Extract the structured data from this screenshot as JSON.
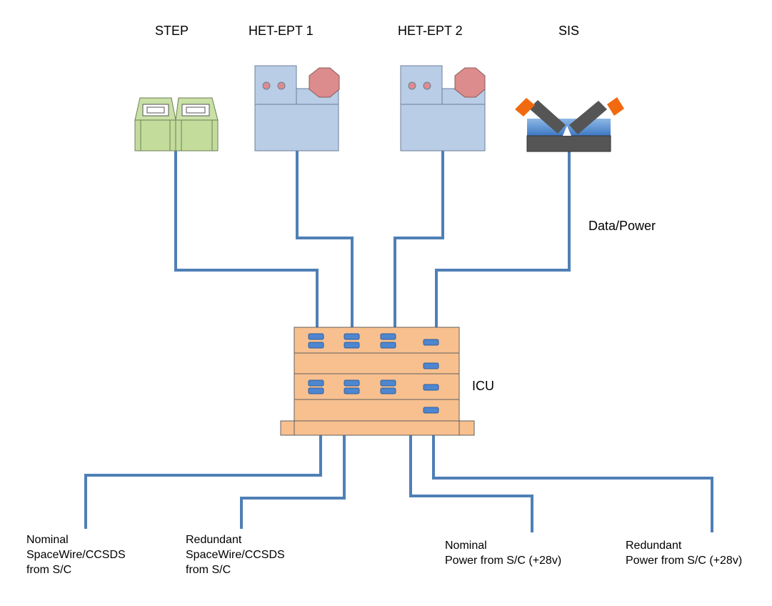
{
  "instruments": {
    "step": "STEP",
    "het_ept_1": "HET-EPT 1",
    "het_ept_2": "HET-EPT 2",
    "sis": "SIS"
  },
  "links": {
    "data_power": "Data/Power"
  },
  "icu": {
    "label": "ICU"
  },
  "spacecraft_interfaces": [
    {
      "line1": "Nominal",
      "line2": "SpaceWire/CCSDS",
      "line3": "from S/C"
    },
    {
      "line1": "Redundant",
      "line2": "SpaceWire/CCSDS",
      "line3": "from S/C"
    },
    {
      "line1": "Nominal",
      "line2": "Power from S/C (+28v)"
    },
    {
      "line1": "Redundant",
      "line2": "Power from S/C (+28v)"
    }
  ],
  "colors": {
    "cable": "#4f7fb6",
    "icu_fill": "#f8c08f",
    "icu_stroke": "#5f5f5f",
    "het_fill": "#b9cde6",
    "step_fill": "#c3dc9c",
    "disc_fill": "#dc8c8c",
    "sis_orange": "#f26a10",
    "sis_dark": "#555555",
    "connector": "#4e86d0"
  }
}
